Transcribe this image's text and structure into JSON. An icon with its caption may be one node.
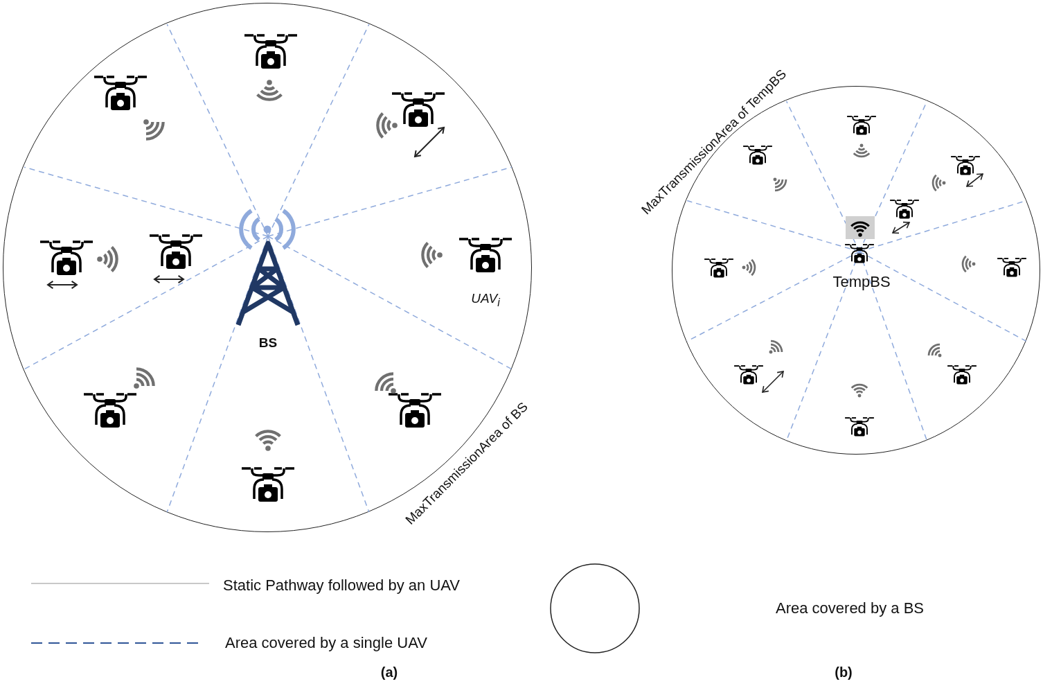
{
  "diagram": {
    "nodes": [
      {
        "text": [
          "BS",
          "UAV$_{i}$",
          "MaxTransmissionArea of BS"
        ]
      },
      {
        "text": [
          "TempBS",
          "MaxTransmissionArea of TempBS"
        ]
      }
    ],
    "labels": [
      "(a)",
      "(b)"
    ],
    "legend": [
      {
        "text": "Static Pathway followed by an UAV"
      },
      {
        "text": "Area covered by a single UAV"
      },
      {
        "text": "Area covered by a BS"
      }
    ]
  }
}
